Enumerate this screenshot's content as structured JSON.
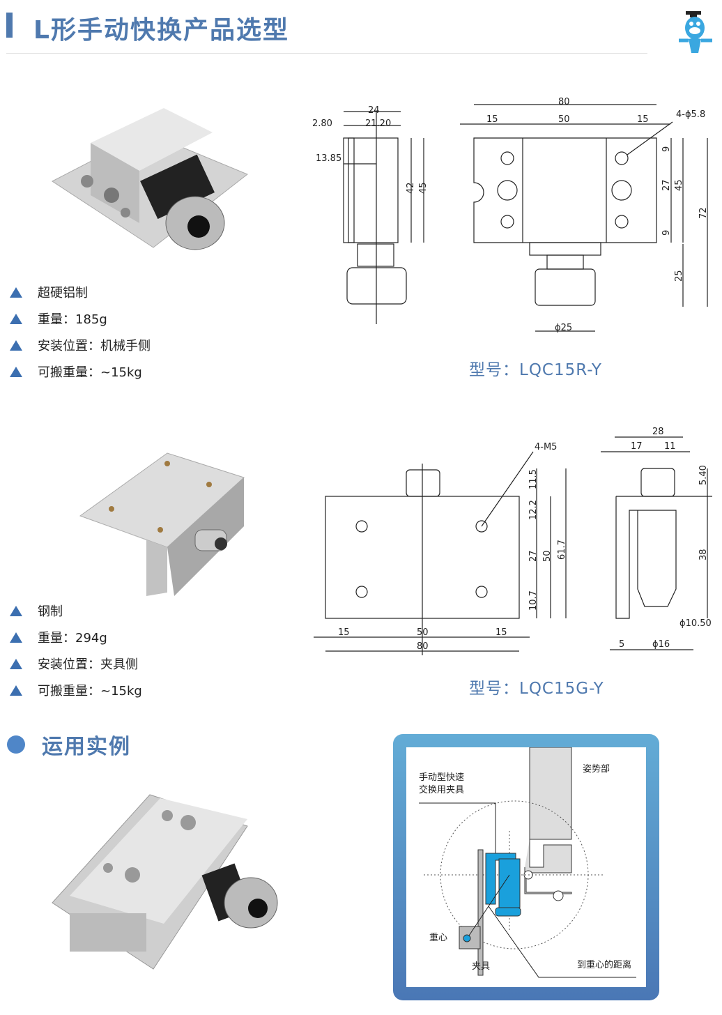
{
  "header": {
    "title": "L形手动快换产品选型",
    "mascot_icon": "mascot-graduate-icon"
  },
  "products": [
    {
      "features": [
        "超硬铝制",
        "重量：185g",
        "安装位置：机械手侧",
        "可搬重量：~15kg"
      ],
      "model": "型号：LQC15R-Y",
      "dims": [
        "24",
        "2.80",
        "21.20",
        "13.85",
        "42",
        "45",
        "80",
        "15",
        "50",
        "15",
        "4-ϕ5.8",
        "9",
        "27",
        "45",
        "72",
        "9",
        "25",
        "ϕ25"
      ]
    },
    {
      "features": [
        "钢制",
        "重量：294g",
        "安装位置：夹具侧",
        "可搬重量：~15kg"
      ],
      "model": "型号：LQC15G-Y",
      "dims": [
        "4-M5",
        "11.5",
        "12.2",
        "27",
        "50",
        "61.7",
        "10.7",
        "15",
        "50",
        "15",
        "80",
        "28",
        "17",
        "11",
        "5.40",
        "38",
        "ϕ10.50",
        "5",
        "ϕ16"
      ]
    }
  ],
  "example": {
    "title": "运用实例",
    "labels": {
      "tool_line1": "手动型快速",
      "tool_line2": "交换用夹具",
      "posture": "姿势部",
      "cog": "重心",
      "fixture": "夹具",
      "distance": "到重心的距离"
    },
    "accent": "#1aa0dc"
  }
}
